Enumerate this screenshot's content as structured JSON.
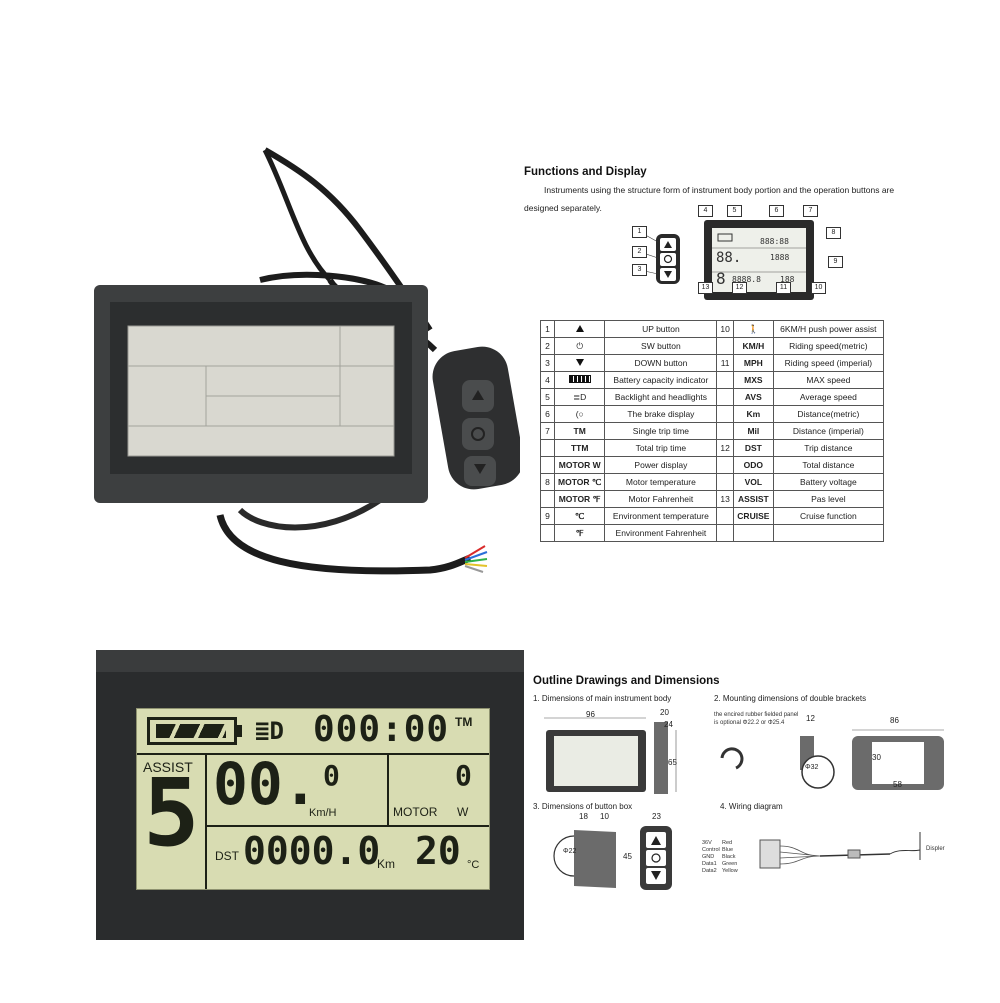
{
  "functions": {
    "title": "Functions and Display",
    "desc_line1": "Instruments using the structure form of instrument body portion and the operation buttons are",
    "desc_line2": "designed separately.",
    "callouts": [
      "1",
      "2",
      "3",
      "4",
      "5",
      "6",
      "7",
      "8",
      "9",
      "10",
      "11",
      "12",
      "13"
    ],
    "table": [
      {
        "n": "1",
        "left": "UP button",
        "n2": "10",
        "code": "",
        "right": "6KM/H push power assist"
      },
      {
        "n": "2",
        "left": "SW button",
        "n2": "",
        "code": "KM/H",
        "right": "Riding speed(metric)"
      },
      {
        "n": "3",
        "left": "DOWN button",
        "n2": "11",
        "code": "MPH",
        "right": "Riding speed (imperial)"
      },
      {
        "n": "4",
        "left": "Battery capacity indicator",
        "n2": "",
        "code": "MXS",
        "right": "MAX speed"
      },
      {
        "n": "5",
        "left": "Backlight and headlights",
        "n2": "",
        "code": "AVS",
        "right": "Average speed"
      },
      {
        "n": "6",
        "left": "The brake display",
        "n2": "",
        "code": "Km",
        "right": "Distance(metric)"
      },
      {
        "n": "7",
        "code_l": "TM",
        "left": "Single trip time",
        "n2": "",
        "code": "Mil",
        "right": "Distance (imperial)"
      },
      {
        "n": "",
        "code_l": "TTM",
        "left": "Total trip time",
        "n2": "12",
        "code": "DST",
        "right": "Trip distance"
      },
      {
        "n": "",
        "code_l": "MOTOR W",
        "left": "Power display",
        "n2": "",
        "code": "ODO",
        "right": "Total distance"
      },
      {
        "n": "8",
        "code_l": "MOTOR ℃",
        "left": "Motor temperature",
        "n2": "",
        "code": "VOL",
        "right": "Battery voltage"
      },
      {
        "n": "",
        "code_l": "MOTOR ℉",
        "left": "Motor Fahrenheit",
        "n2": "13",
        "code": "ASSIST",
        "right": "Pas level"
      },
      {
        "n": "9",
        "code_l": "℃",
        "left": "Environment temperature",
        "n2": "",
        "code": "CRUISE",
        "right": "Cruise function"
      },
      {
        "n": "",
        "code_l": "℉",
        "left": "Environment Fahrenheit",
        "n2": "",
        "code": "",
        "right": ""
      }
    ]
  },
  "lcd": {
    "time": "000:00",
    "tm": "TM",
    "assist_label": "ASSIST",
    "assist_value": "5",
    "speed": "00.",
    "speed_decimal": "0",
    "speed_unit": "Km/H",
    "motor_label": "MOTOR",
    "motor_value": "0",
    "motor_unit": "W",
    "dst_label": "DST",
    "distance": "0000.0",
    "distance_unit": "Km",
    "temperature": "20",
    "temp_unit": "°C"
  },
  "outline": {
    "title": "Outline Drawings and Dimensions",
    "s1": "1. Dimensions of main instrument body",
    "s2": "2. Mounting dimensions of double brackets",
    "s3": "3. Dimensions of button box",
    "s4": "4. Wiring diagram",
    "d96": "96",
    "d20": "20",
    "d24": "24",
    "d65": "65",
    "d12": "12",
    "d86": "86",
    "d30": "30",
    "d58": "58",
    "d32": "Φ32",
    "panel_note1": "the encired rubber fielded panel",
    "panel_note2": "is optional Φ22.2  or Φ25.4",
    "d18": "18",
    "d10": "10",
    "d23": "23",
    "d45": "45",
    "d22": "Φ22",
    "wires_left": [
      "36V",
      "Control",
      "GND",
      "Data1",
      "Data2"
    ],
    "wires_colors": [
      "Red",
      "Blue",
      "Black",
      "Green",
      "Yellow"
    ],
    "displer": "Displer"
  },
  "colors": {
    "lcd_bg": "#d8dcb2",
    "lcd_seg": "#1d2116",
    "panel": "#3b3d3e"
  }
}
